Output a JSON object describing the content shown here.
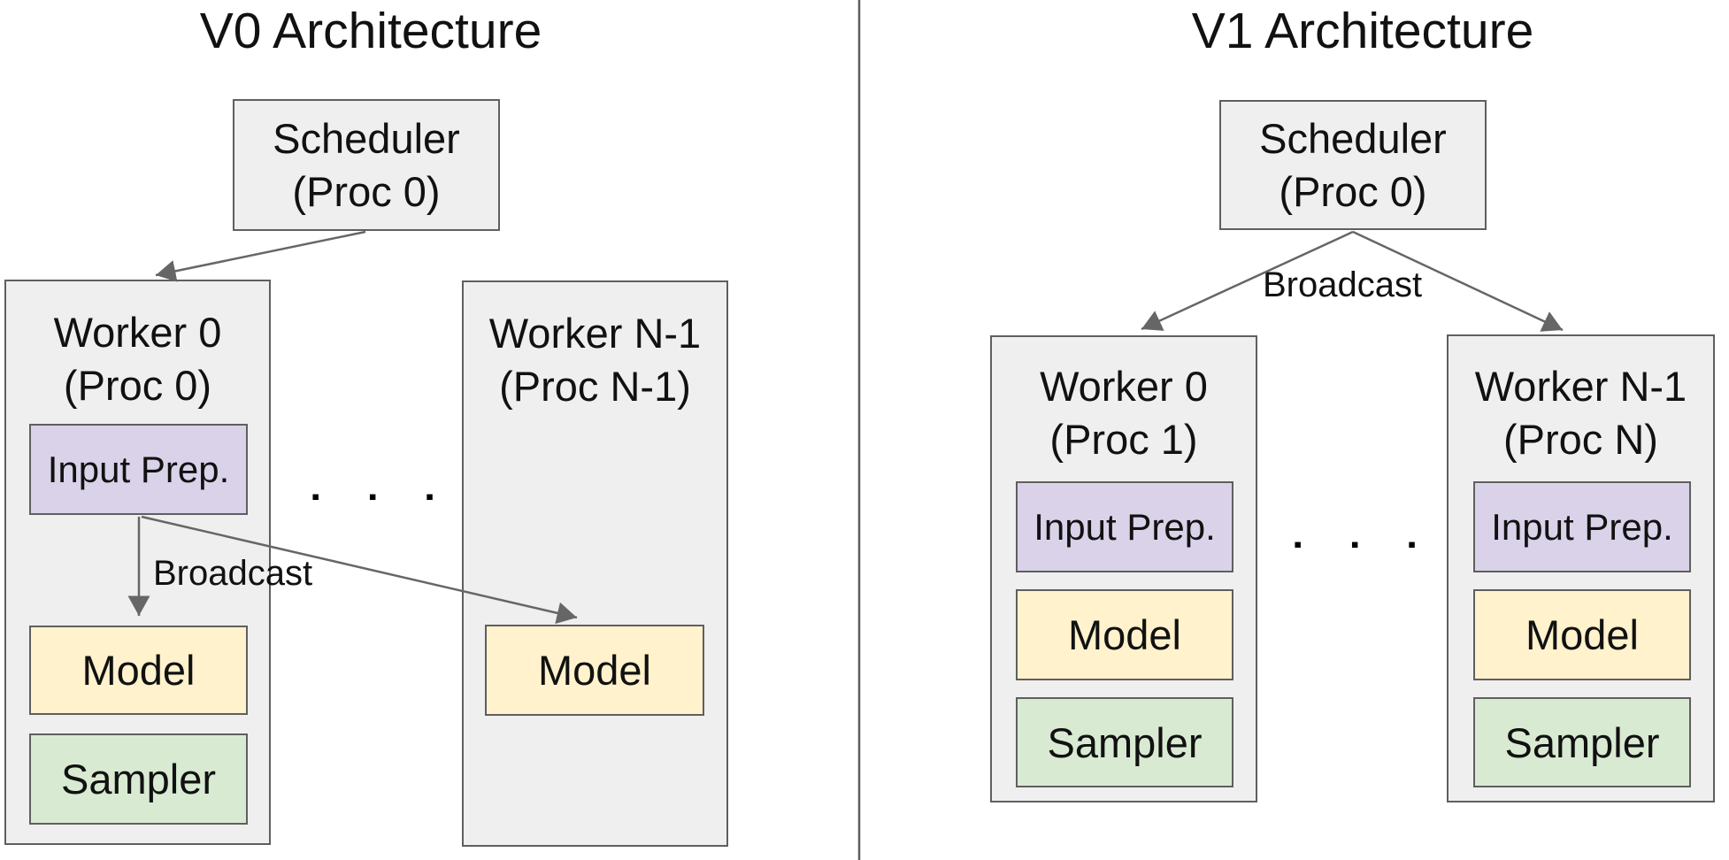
{
  "colors": {
    "container_fill": "#efefef",
    "input_prep_fill": "#d9d2e9",
    "model_fill": "#fff2cc",
    "sampler_fill": "#d9ead3",
    "border_color": "#5f5f5f",
    "arrow_color": "#666666",
    "text_color": "#111111",
    "bg_color": "#ffffff"
  },
  "v0": {
    "title": "V0 Architecture",
    "scheduler": {
      "line1": "Scheduler",
      "line2": "(Proc 0)"
    },
    "broadcast_label": "Broadcast",
    "dots": "▪ ▪ ▪",
    "worker0": {
      "title_line1": "Worker 0",
      "title_line2": "(Proc 0)",
      "input_prep_label": "Input Prep.",
      "model_label": "Model",
      "sampler_label": "Sampler"
    },
    "workerN": {
      "title_line1": "Worker N-1",
      "title_line2": "(Proc N-1)",
      "model_label": "Model"
    }
  },
  "v1": {
    "title": "V1 Architecture",
    "scheduler": {
      "line1": "Scheduler",
      "line2": "(Proc 0)"
    },
    "broadcast_label": "Broadcast",
    "dots": "▪ ▪ ▪",
    "worker0": {
      "title_line1": "Worker 0",
      "title_line2": "(Proc 1)",
      "input_prep_label": "Input Prep.",
      "model_label": "Model",
      "sampler_label": "Sampler"
    },
    "workerN": {
      "title_line1": "Worker N-1",
      "title_line2": "(Proc N)",
      "input_prep_label": "Input Prep.",
      "model_label": "Model",
      "sampler_label": "Sampler"
    }
  }
}
